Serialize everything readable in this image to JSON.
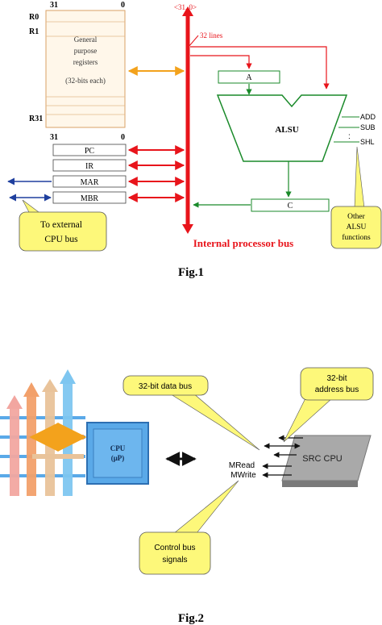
{
  "fig1": {
    "bus_range": "<31..0>",
    "lines_label": "32 lines",
    "bit_high": "31",
    "bit_low": "0",
    "reg_r0": "R0",
    "reg_r1": "R1",
    "reg_r31": "R31",
    "gp_text": [
      "General",
      "purpose",
      "registers",
      "(32-bits each)"
    ],
    "special_regs": [
      "PC",
      "IR",
      "MAR",
      "MBR"
    ],
    "reg_a": "A",
    "alsu": "ALSU",
    "reg_c": "C",
    "functions": [
      "ADD",
      "SUB",
      "SHL"
    ],
    "ellipsis": ":",
    "bus_label": "Internal processor bus",
    "external_callout": [
      "To external",
      "CPU bus"
    ],
    "other_callout": [
      "Other",
      "ALSU",
      "functions"
    ],
    "caption": "Fig.1"
  },
  "fig2": {
    "data_bus_callout": "32-bit data bus",
    "address_bus_callout": [
      "32-bit",
      "address bus"
    ],
    "control_callout": [
      "Control bus",
      "signals"
    ],
    "cpu_label": [
      "CPU",
      "(μP)"
    ],
    "src_cpu": "SRC CPU",
    "mread": "MRead",
    "mwrite": "MWrite",
    "caption": "Fig.2"
  },
  "colors": {
    "bus_red": "#e8141b",
    "green": "#1a8a2a",
    "tan": "#d9a066",
    "callout_yellow": "#fdf87a",
    "blue": "#1f3f9e",
    "orange": "#f3a21c",
    "cpu_blue": "#5aa9e8"
  }
}
